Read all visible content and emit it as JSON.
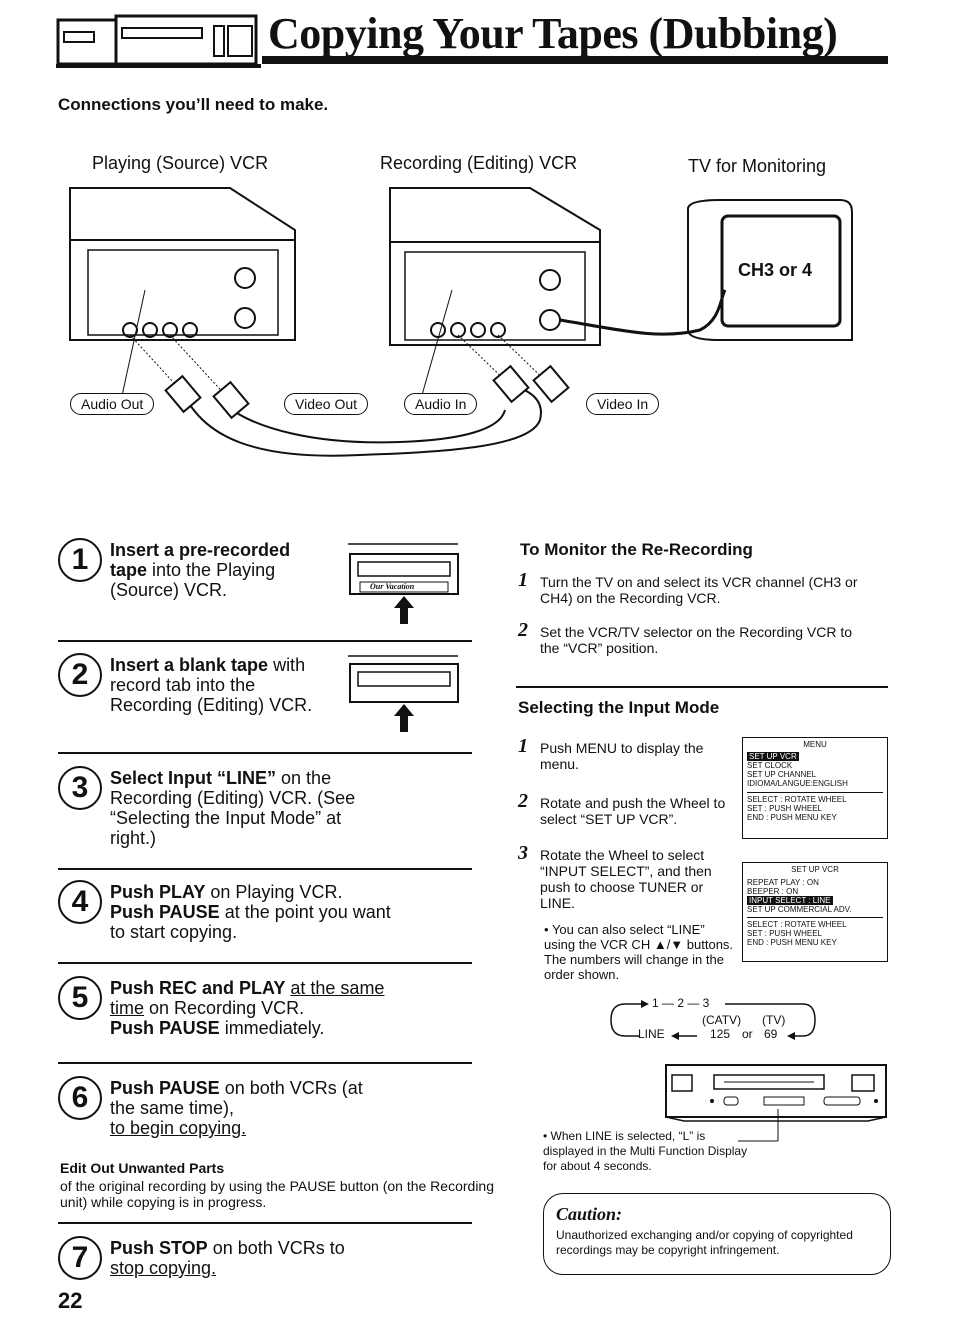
{
  "header": {
    "title": "Copying Your Tapes (Dubbing)",
    "subtitle": "Connections you’ll need to make."
  },
  "devices": {
    "source_label": "Playing (Source) VCR",
    "recording_label": "Recording (Editing) VCR",
    "tv_label": "TV for Monitoring",
    "tv_screen": "CH3 or 4",
    "audio_out": "Audio Out",
    "video_out": "Video Out",
    "audio_in": "Audio In",
    "video_in": "Video In"
  },
  "steps": [
    {
      "num": "1",
      "bold": "Insert a pre-recorded tape",
      "text": " into the Playing (Source) VCR."
    },
    {
      "num": "2",
      "bold": "Insert a blank tape",
      "text": " with record tab into the Recording (Editing) VCR."
    },
    {
      "num": "3",
      "bold": "Select Input “LINE”",
      "text": " on the Recording (Editing) VCR. (See “Selecting the Input Mode” at right.)"
    },
    {
      "num": "4",
      "bold": "Push PLAY",
      "text": " on Playing VCR.",
      "bold2": "Push PAUSE",
      "text2": " at the point you want to start copying."
    },
    {
      "num": "5",
      "bold": "Push REC and PLAY",
      "underline": "at the same time",
      "text": " on Recording VCR.",
      "bold2": "Push PAUSE",
      "text2": " immediately."
    },
    {
      "num": "6",
      "bold": "Push PAUSE",
      "text": " on both VCRs (at the same time),",
      "underline": "to begin copying."
    },
    {
      "num": "7",
      "bold": "Push STOP",
      "text": " on both VCRs to",
      "underline": "stop copying."
    }
  ],
  "cassette_label": "Our Vacation",
  "edit_out": {
    "heading": "Edit Out Unwanted Parts",
    "body": "of the original recording by using the PAUSE button (on the Recording unit) while copying is in progress."
  },
  "monitor": {
    "heading": "To Monitor the Re-Recording",
    "items": [
      {
        "n": "1",
        "text": "Turn the TV on and select its VCR channel (CH3 or CH4) on the Recording VCR."
      },
      {
        "n": "2",
        "text": "Set the VCR/TV selector on the Recording VCR to the “VCR” position."
      }
    ]
  },
  "input_mode": {
    "heading": "Selecting the Input Mode",
    "items": [
      {
        "n": "1",
        "text": "Push MENU to display the menu."
      },
      {
        "n": "2",
        "text": "Rotate and push the Wheel to select “SET UP VCR”."
      },
      {
        "n": "3",
        "text": "Rotate the Wheel to select “INPUT SELECT”, and then push to choose TUNER or LINE."
      }
    ],
    "bullet": "You can also select “LINE” using the VCR CH ▲/▼ buttons. The numbers will change in the order shown.",
    "menu1": {
      "title": "MENU",
      "lines": [
        "SET UP VCR",
        "SET CLOCK",
        "SET UP CHANNEL",
        "IDIOMA/LANGUE:ENGLISH"
      ],
      "keys": [
        "SELECT : ROTATE WHEEL",
        "SET : PUSH WHEEL",
        "END : PUSH MENU KEY"
      ]
    },
    "menu2": {
      "title": "SET UP VCR",
      "lines": [
        "REPEAT PLAY : ON",
        "BEEPER : ON",
        "INPUT SELECT : LINE",
        "SET UP COMMERCIAL ADV."
      ],
      "keys": [
        "SELECT : ROTATE WHEEL",
        "SET : PUSH WHEEL",
        "END : PUSH MENU KEY"
      ]
    },
    "cycle": {
      "top": "1 — 2 — 3",
      "catv": "(CATV)",
      "tv": "(TV)",
      "line": "LINE",
      "n125": "125",
      "or": "or",
      "n69": "69"
    },
    "line_note": "When LINE is selected, “L” is displayed in the Multi Function Display for about 4 seconds."
  },
  "caution": {
    "title": "Caution:",
    "text": "Unauthorized exchanging and/or copying of copyrighted recordings may be copyright infringement."
  },
  "page_number": "22"
}
